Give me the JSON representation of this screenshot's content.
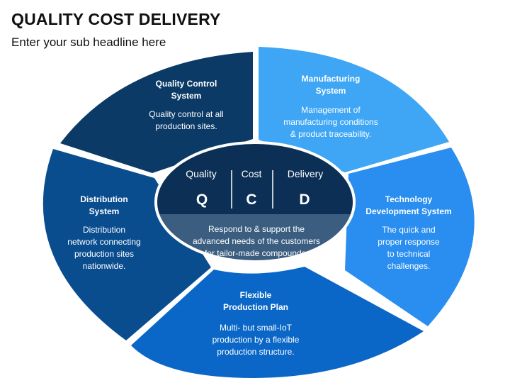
{
  "header": {
    "title": "QUALITY COST DELIVERY",
    "subtitle": "Enter your sub headline here"
  },
  "colors": {
    "quality_control": "#0b3a66",
    "manufacturing": "#3ea6f5",
    "technology": "#2a8ef0",
    "flexible": "#0a67c7",
    "distribution": "#0a4d8f",
    "center_dark": "#0c2f55",
    "center_band": "#3a5d80"
  },
  "segments": {
    "quality_control": {
      "title": [
        "Quality Control",
        "System"
      ],
      "body": [
        "Quality control at all",
        "production sites."
      ]
    },
    "manufacturing": {
      "title": [
        "Manufacturing",
        "System"
      ],
      "body": [
        "Management of",
        "manufacturing conditions",
        "& product traceability."
      ]
    },
    "technology": {
      "title": [
        "Technology",
        "Development System"
      ],
      "body": [
        "The quick and",
        "proper response",
        "to technical",
        "challenges."
      ]
    },
    "flexible": {
      "title": [
        "Flexible",
        "Production Plan"
      ],
      "body": [
        "Multi- but small-IoT",
        "production by a flexible",
        "production structure."
      ]
    },
    "distribution": {
      "title": [
        "Distribution",
        "System"
      ],
      "body": [
        "Distribution",
        "network connecting",
        "production sites",
        "nationwide."
      ]
    }
  },
  "center": {
    "columns": [
      {
        "label": "Quality",
        "letter": "Q"
      },
      {
        "label": "Cost",
        "letter": "C"
      },
      {
        "label": "Delivery",
        "letter": "D"
      }
    ],
    "description": [
      "Respond to & support the",
      "advanced needs of the customers",
      "for tailor-made compounds."
    ]
  }
}
